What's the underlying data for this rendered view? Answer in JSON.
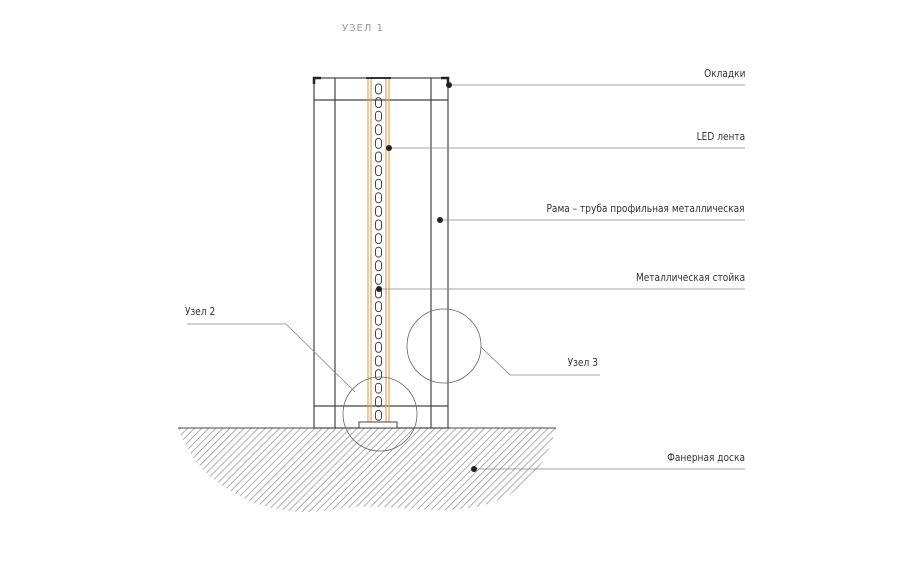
{
  "title": "УЗЕЛ 1",
  "callouts": {
    "overlays": "Окладки",
    "led_strip": "LED лента",
    "frame": "Рама – труба профильная металлическая",
    "metal_post": "Металлическая стойка",
    "plywood": "Фанерная доска",
    "node2": "Узел 2",
    "node3": "Узел 3"
  },
  "colors": {
    "line": "#444444",
    "led": "#e3a55e",
    "hatch": "#9a9a9a",
    "leader": "#888888"
  }
}
